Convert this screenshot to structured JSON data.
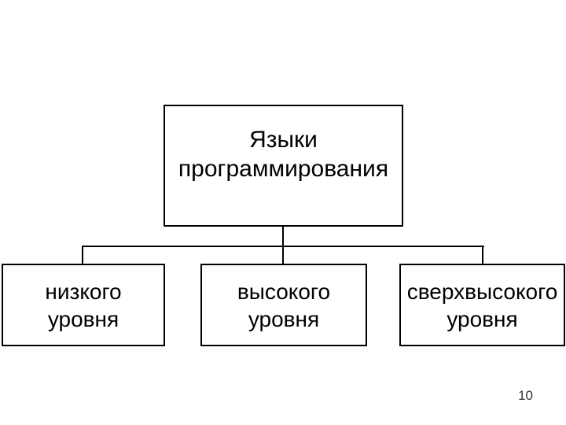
{
  "slide": {
    "background": "#ffffff"
  },
  "diagram": {
    "root": {
      "label_line1": "Языки",
      "label_line2": "программирования"
    },
    "children": [
      {
        "label_line1": "низкого",
        "label_line2": "уровня"
      },
      {
        "label_line1": "высокого",
        "label_line2": "уровня"
      },
      {
        "label_line1": "сверхвысокого",
        "label_line2": "уровня"
      }
    ]
  },
  "page": {
    "number": "10"
  },
  "colors": {
    "border": "#000000",
    "text": "#000000",
    "page_number": "#333333"
  }
}
